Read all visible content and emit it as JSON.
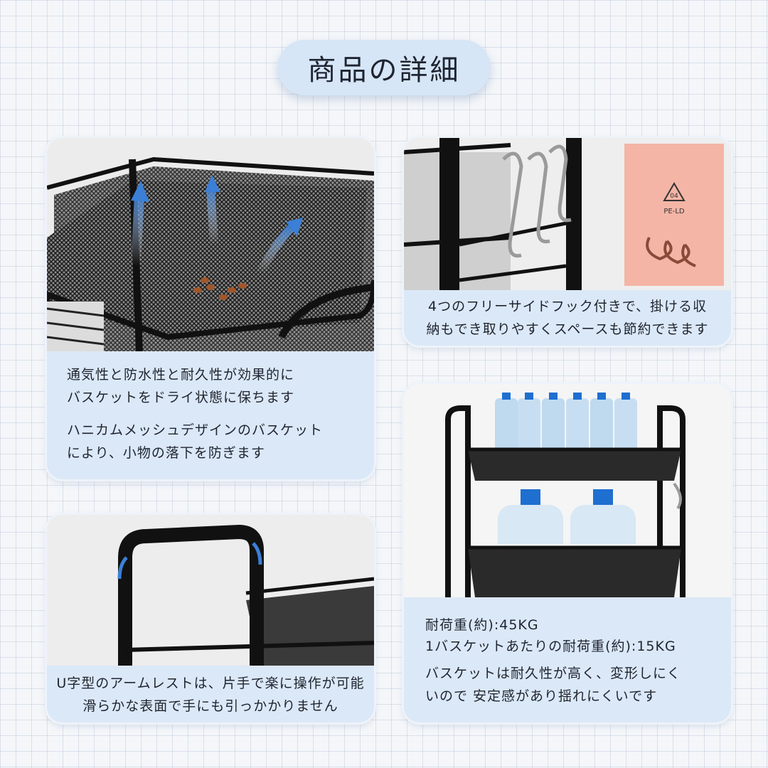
{
  "title": "商品の詳細",
  "card_mesh": {
    "caption_line1": "通気性と防水性と耐久性が効果的に",
    "caption_line2": "バスケットをドライ状態に保ちます",
    "caption_line3": "ハニカムメッシュデザインのバスケット",
    "caption_line4": "により、小物の落下を防ぎます"
  },
  "card_hooks": {
    "caption_line1": "4つのフリーサイドフック付きで、掛ける収",
    "caption_line2": "納もでき取りやすくスペースも節約できます",
    "bag_label": "PE-LD",
    "bag_code": "04"
  },
  "card_handle": {
    "caption_line1": "U字型のアームレストは、片手で楽に操作が可能",
    "caption_line2": "滑らかな表面で手にも引っかかりません"
  },
  "card_load": {
    "spec_line1": "耐荷重(約):45KG",
    "spec_line2": "1バスケットあたりの耐荷重(約):15KG",
    "caption_line1": "バスケットは耐久性が高く、変形しにく",
    "caption_line2": "いので 安定感があり揺れにくいです"
  },
  "colors": {
    "card_bg": "#dbe8f7",
    "pill_bg": "#d6e6f7",
    "frame": "#111111"
  }
}
